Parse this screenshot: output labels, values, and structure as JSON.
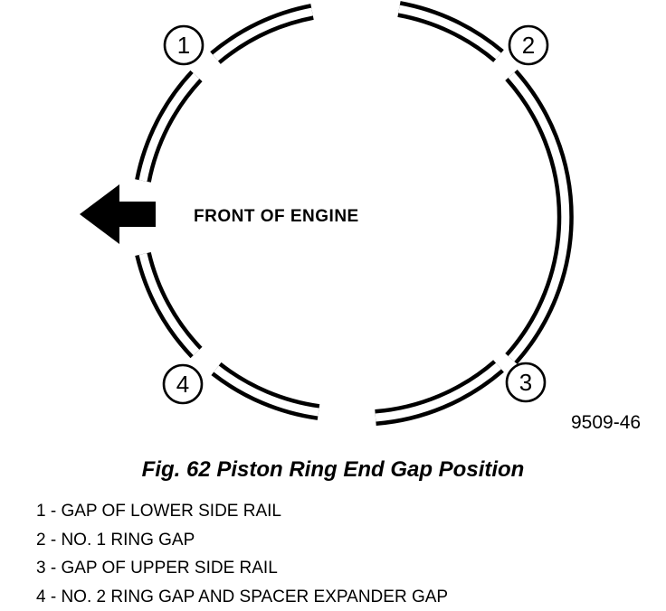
{
  "diagram": {
    "front_label": "FRONT OF ENGINE",
    "figure_id": "9509-46",
    "callouts": [
      "1",
      "2",
      "3",
      "4"
    ]
  },
  "caption": "Fig. 62 Piston Ring End Gap Position",
  "legend": [
    "1 - GAP OF LOWER SIDE RAIL",
    "2 - NO. 1 RING GAP",
    "3 - GAP OF UPPER SIDE RAIL",
    "4 - NO. 2 RING GAP AND SPACER EXPANDER GAP"
  ]
}
